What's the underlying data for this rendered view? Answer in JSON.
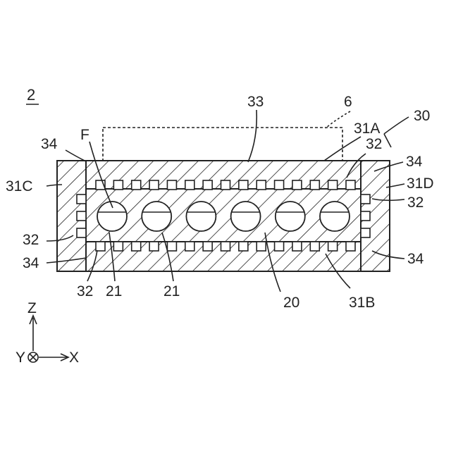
{
  "figure": {
    "number": "2"
  },
  "labels": {
    "l33": "33",
    "l6": "6",
    "l30": "30",
    "l31A": "31A",
    "l32_top": "32",
    "l34_right_top": "34",
    "l31D": "31D",
    "l32_right": "32",
    "l34_right_bottom": "34",
    "l34_left_top": "34",
    "lF": "F",
    "l31C": "31C",
    "l32_left": "32",
    "l34_left_bottom": "34",
    "l32_bottom": "32",
    "l21_a": "21",
    "l21_b": "21",
    "l20": "20",
    "l31B": "31B"
  },
  "axes": {
    "z": "Z",
    "y": "Y",
    "x": "X"
  }
}
